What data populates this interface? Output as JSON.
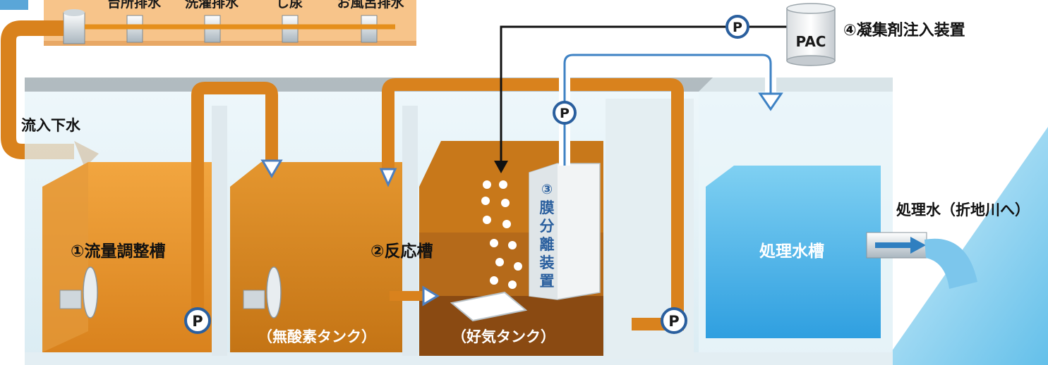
{
  "house": {
    "outlets": [
      "台所排水",
      "洗濯排水",
      "し尿",
      "お風呂排水"
    ]
  },
  "inflow_label": "流入下水",
  "pump_label": "P",
  "tanks": {
    "flow_adjust": {
      "label": "①流量調整槽"
    },
    "reaction": {
      "label": "②反応槽",
      "anoxic_label": "（無酸素タンク）",
      "aerobic_label": "（好気タンク）"
    },
    "membrane": {
      "number": "③",
      "label": "膜分離装置"
    },
    "treated": {
      "label": "処理水槽"
    }
  },
  "coagulant": {
    "label": "④凝集剤注入装置",
    "tank_label": "PAC"
  },
  "outflow_label": "処理水（折地川へ）"
}
